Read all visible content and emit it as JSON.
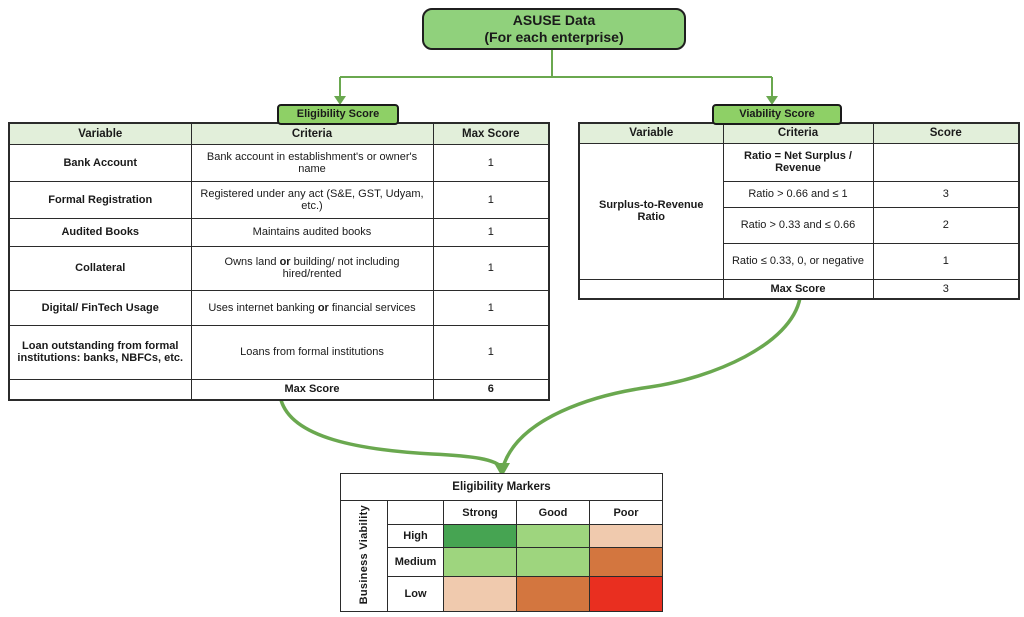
{
  "root": {
    "title_line1": "ASUSE Data",
    "title_line2": "(For each enterprise)"
  },
  "eligibility": {
    "badge": "Eligibility Score",
    "headers": [
      "Variable",
      "Criteria",
      "Max Score"
    ],
    "rows": [
      {
        "variable": "Bank Account",
        "criteria": "Bank account in establishment's or owner's name",
        "score": "1"
      },
      {
        "variable": "Formal Registration",
        "criteria": "Registered under any act (S&E, GST, Udyam, etc.)",
        "score": "1"
      },
      {
        "variable": "Audited Books",
        "criteria": "Maintains audited books",
        "score": "1"
      },
      {
        "variable": "Collateral",
        "criteria": "Owns land **or** building/ not including hired/rented",
        "score": "1"
      },
      {
        "variable": "Digital/ FinTech Usage",
        "criteria": "Uses internet banking **or** financial services",
        "score": "1"
      },
      {
        "variable": "Loan outstanding from formal institutions: banks, NBFCs, etc.",
        "criteria": "Loans from formal institutions",
        "score": "1"
      },
      {
        "variable": "",
        "criteria": "**Max Score**",
        "score": "**6**"
      }
    ]
  },
  "viability": {
    "badge": "Viability Score",
    "headers": [
      "Variable",
      "Criteria",
      "Score"
    ],
    "variable": "Surplus-to-Revenue Ratio",
    "rows": [
      {
        "criteria": "**Ratio = Net Surplus / Revenue**",
        "score": ""
      },
      {
        "criteria": "Ratio > 0.66 and ≤ 1",
        "score": "3"
      },
      {
        "criteria": "Ratio > 0.33 and ≤ 0.66",
        "score": "2"
      },
      {
        "criteria": "Ratio ≤ 0.33, 0, or negative",
        "score": "1"
      },
      {
        "criteria": "**Max Score**",
        "score": "3"
      }
    ]
  },
  "matrix": {
    "title": "Eligibility Markers",
    "row_axis_label": "Business Viability",
    "col_headers": [
      "Strong",
      "Good",
      "Poor"
    ],
    "row_headers": [
      "High",
      "Medium",
      "Low"
    ],
    "cell_colors": [
      [
        "#46a452",
        "#9ed57e",
        "#f0caae"
      ],
      [
        "#9ed57e",
        "#9ed57e",
        "#d3763f"
      ],
      [
        "#f0caae",
        "#d3763f",
        "#e92f20"
      ]
    ]
  },
  "colors": {
    "node_green": "#90d17c",
    "badge_green": "#8ed066",
    "header_green": "#e2efda",
    "connector_green": "#6aa84f",
    "cell_dark_green": "#46a452",
    "cell_light_green": "#9ed57e",
    "cell_peach": "#f0caae",
    "cell_orange": "#d3763f",
    "cell_red": "#e92f20"
  }
}
